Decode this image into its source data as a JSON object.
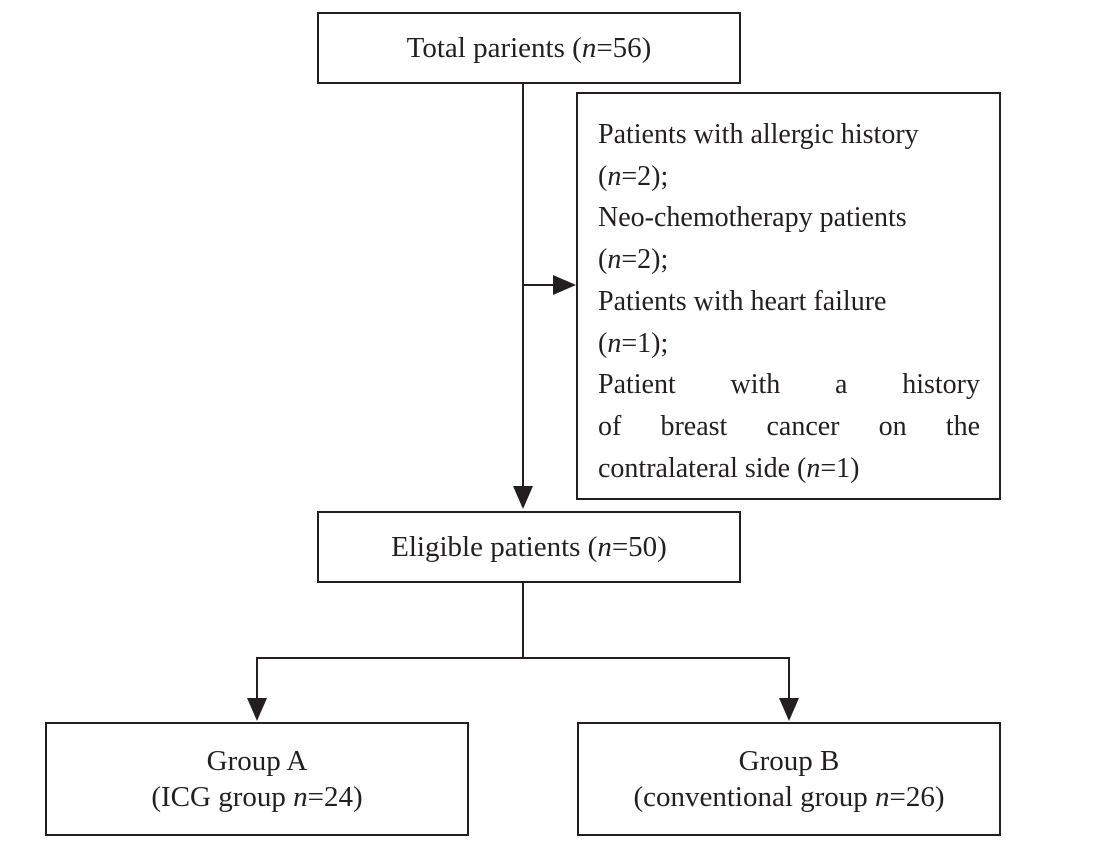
{
  "diagram": {
    "total": {
      "label": "Total parients (",
      "n_symbol": "n",
      "value": "=56)"
    },
    "excluded": {
      "lines": [
        {
          "pre": "Patients with allergic history",
          "n": "",
          "post": ""
        },
        {
          "pre": "(",
          "n": "n",
          "post": "=2);"
        },
        {
          "pre": "Neo-chemotherapy patients",
          "n": "",
          "post": ""
        },
        {
          "pre": "(",
          "n": "n",
          "post": "=2);"
        },
        {
          "pre": "Patients with heart failure",
          "n": "",
          "post": ""
        },
        {
          "pre": "(",
          "n": "n",
          "post": "=1);"
        },
        {
          "pre": "Patient with a history",
          "n": "",
          "post": ""
        },
        {
          "pre": "of breast cancer on the",
          "n": "",
          "post": ""
        },
        {
          "pre": "contralateral side (",
          "n": "n",
          "post": "=1)"
        }
      ]
    },
    "eligible": {
      "label": "Eligible patients (",
      "n_symbol": "n",
      "value": "=50)"
    },
    "group_a": {
      "title": "Group A",
      "sub_pre": "(ICG group ",
      "n_symbol": "n",
      "sub_post": "=24)"
    },
    "group_b": {
      "title": "Group B",
      "sub_pre": "(conventional group ",
      "n_symbol": "n",
      "sub_post": "=26)"
    },
    "colors": {
      "stroke": "#231f20",
      "background": "#ffffff"
    }
  }
}
